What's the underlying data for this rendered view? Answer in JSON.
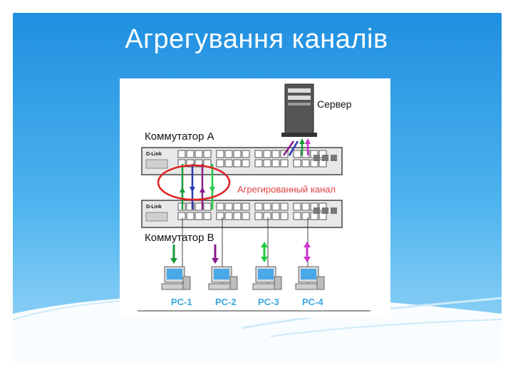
{
  "slide": {
    "title": "Агрегування каналів"
  },
  "diagram": {
    "server_label": "Сервер",
    "switch_a_label": "Коммутатор А",
    "switch_b_label": "Коммутатор В",
    "aggregation_label": "Агрегированный канал",
    "switch_brand": "D-Link",
    "pcs": [
      {
        "label": "PC-1",
        "arrow_color": "#1a9a3a"
      },
      {
        "label": "PC-2",
        "arrow_color": "#8a1a8a"
      },
      {
        "label": "PC-3",
        "arrow_color": "#22cc44"
      },
      {
        "label": "PC-4",
        "arrow_color": "#cc33cc"
      }
    ],
    "link_colors": [
      "#1a9a3a",
      "#2a3ab0",
      "#8a1a8a",
      "#22cc44"
    ],
    "highlight_color": "#e02020"
  }
}
